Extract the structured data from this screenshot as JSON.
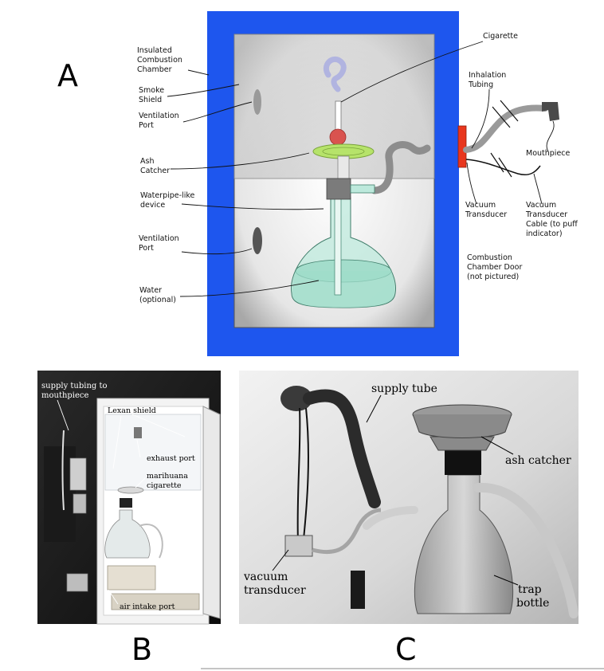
{
  "panels": {
    "a": "A",
    "b": "B",
    "c": "C"
  },
  "diagram_a": {
    "insulated_chamber": [
      "Insulated",
      "Combustion",
      "Chamber"
    ],
    "smoke_shield": [
      "Smoke",
      "Shield"
    ],
    "ventilation_port_top": [
      "Ventilation",
      "Port"
    ],
    "ash_catcher": [
      "Ash",
      "Catcher"
    ],
    "waterpipe_device": [
      "Waterpipe-like",
      "device"
    ],
    "ventilation_port_bottom": [
      "Ventilation",
      "Port"
    ],
    "water": [
      "Water",
      "(optional)"
    ],
    "cigarette": "Cigarette",
    "inhalation_tubing": [
      "Inhalation",
      "Tubing"
    ],
    "mouthpiece": "Mouthpiece",
    "vacuum_transducer": [
      "Vacuum",
      "Transducer"
    ],
    "vacuum_transducer_cable": [
      "Vacuum",
      "Transducer",
      "Cable (to puff",
      "indicator)"
    ],
    "combustion_door": [
      "Combustion",
      "Chamber Door",
      "(not pictured)"
    ]
  },
  "photo_b": {
    "supply_tubing": [
      "supply tubing to",
      "mouthpiece"
    ],
    "lexan_shield": "Lexan shield",
    "exhaust_port": "exhaust port",
    "marihuana_cigarette": [
      "marihuana",
      "cigarette"
    ],
    "air_intake_port": "air intake port"
  },
  "photo_c": {
    "supply_tube": "supply tube",
    "ash_catcher": "ash catcher",
    "vacuum_transducer": [
      "vacuum",
      "transducer"
    ],
    "trap_bottle": [
      "trap",
      "bottle"
    ]
  },
  "colors": {
    "chamber_blue": "#1e56ee",
    "transducer_red": "#e8361d",
    "water": "#9fdcc9",
    "ash_catcher_green": "#b6e36a",
    "cigarette_tip": "#d9534f"
  }
}
